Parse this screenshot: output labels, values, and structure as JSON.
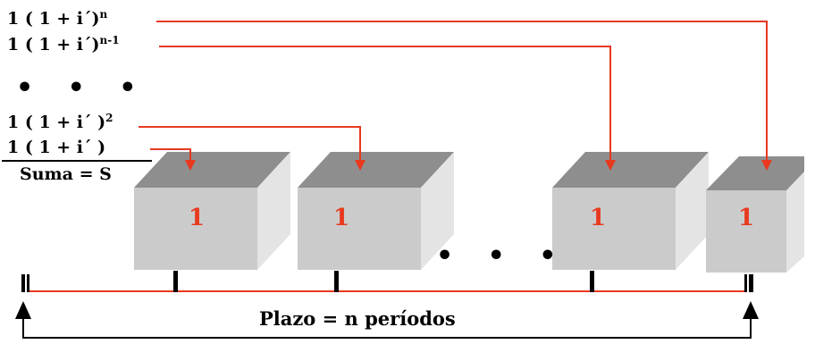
{
  "labels": {
    "row_n": {
      "text": "1 ( 1 + i´)",
      "exp": "n"
    },
    "row_n1": {
      "text": "1 ( 1 + i´)",
      "exp": "n-1"
    },
    "row_dots": "• • •",
    "row_2": {
      "text": "1 ( 1 + i´ )",
      "exp": "2"
    },
    "row_1": {
      "text": "1 ( 1 + i´ )",
      "exp": ""
    },
    "suma": "Suma = S"
  },
  "boxes": [
    "1",
    "1",
    "1",
    "1"
  ],
  "between_dots": "• • •",
  "plazo": "Plazo = n períodos",
  "colors": {
    "arrow": "#e8391f",
    "box_front": "#c9c9c9",
    "box_top": "#8c8c8c",
    "box_side": "#e3e3e3",
    "timeline": "#e8391f"
  }
}
